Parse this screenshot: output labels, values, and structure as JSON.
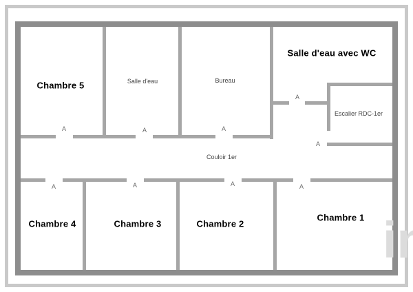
{
  "plan": {
    "rooms": [
      {
        "id": "chambre-5",
        "label": "Chambre 5"
      },
      {
        "id": "salle-deau",
        "label": "Salle d'eau"
      },
      {
        "id": "bureau",
        "label": "Bureau"
      },
      {
        "id": "salle-deau-wc",
        "label": "Salle d'eau avec WC"
      },
      {
        "id": "escalier",
        "label": "Escalier RDC-1er"
      },
      {
        "id": "couloir",
        "label": "Couloir 1er"
      },
      {
        "id": "chambre-4",
        "label": "Chambre 4"
      },
      {
        "id": "chambre-3",
        "label": "Chambre 3"
      },
      {
        "id": "chambre-2",
        "label": "Chambre 2"
      },
      {
        "id": "chambre-1",
        "label": "Chambre 1"
      }
    ],
    "door_marker": "A",
    "watermark": "in",
    "colors": {
      "outer_wall": "#8d8d8d",
      "inner_wall": "#a6a6a6",
      "frame": "#c9c9c9",
      "label": "#000000",
      "small_label": "#454545",
      "marker": "#6a6a6a",
      "watermark": "#dcdcdc"
    }
  }
}
